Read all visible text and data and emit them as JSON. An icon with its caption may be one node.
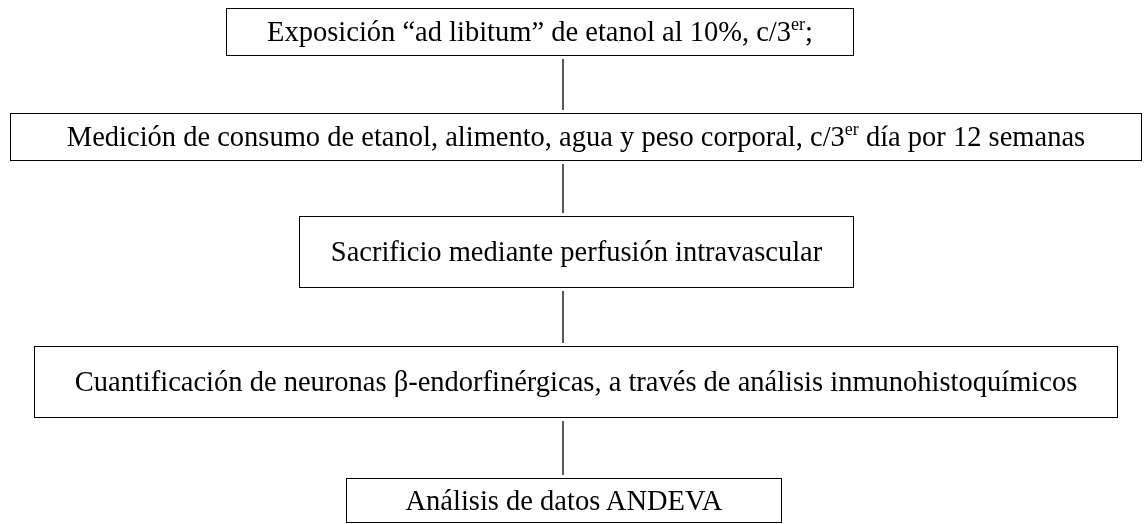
{
  "diagram": {
    "nodes": [
      {
        "text": [
          "Exposición “ad libitum” de etanol al 10%, c/3$^{er}$;"
        ]
      },
      {
        "text": [
          "Medición de consumo de etanol, alimento, agua y peso corporal, c/3$^{er}$ día por 12 semanas"
        ]
      },
      {
        "text": [
          "Sacrificio mediante perfusión intravascular"
        ]
      },
      {
        "text": [
          "Cuantificación de neuronas β-endorfinérgicas, a través de análisis inmunohistoquímicos"
        ]
      },
      {
        "text": [
          "Análisis de datos ANDEVA"
        ]
      }
    ],
    "edges": [
      {
        "from": 0,
        "to": 1,
        "arrow": "none"
      },
      {
        "from": 1,
        "to": 2,
        "arrow": "none"
      },
      {
        "from": 2,
        "to": 3,
        "arrow": "none"
      },
      {
        "from": 3,
        "to": 4,
        "arrow": "none"
      }
    ]
  }
}
